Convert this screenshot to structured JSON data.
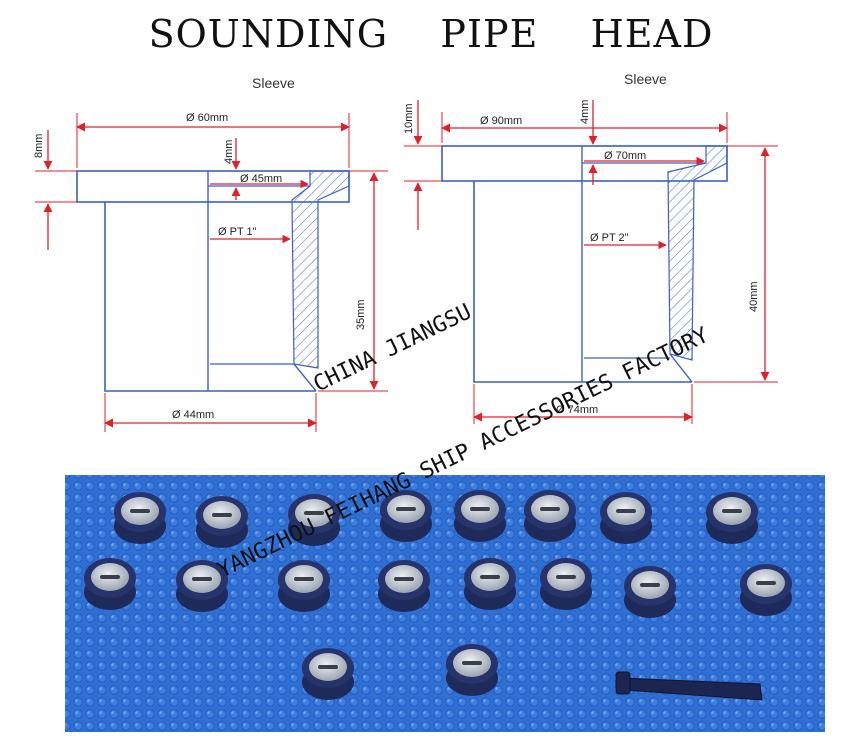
{
  "title": "SOUNDING    PIPE    HEAD",
  "left_drawing": {
    "sleeve_label": "Sleeve",
    "dim_top_diameter": "Ø 60mm",
    "dim_flange_thickness": "8mm",
    "dim_recess": "4mm",
    "dim_recess_diameter": "Ø 45mm",
    "dim_thread": "Ø PT 1\"",
    "dim_height": "35mm",
    "dim_body_diameter": "Ø 44mm"
  },
  "right_drawing": {
    "sleeve_label": "Sleeve",
    "dim_top_diameter": "Ø 90mm",
    "dim_flange_thickness": "10mm",
    "dim_recess": "4mm",
    "dim_recess_diameter": "Ø 70mm",
    "dim_thread": "Ø PT 2\"",
    "dim_height": "40mm",
    "dim_body_diameter": "Ø 74mm"
  },
  "watermark": {
    "line1": "CHINA  JIANGSU",
    "line2": "YANGZHOU FEIHANG SHIP ACCESSORIES FACTORY"
  },
  "colors": {
    "outline": "#3b5fc6",
    "dimension": "#e0202a",
    "hatch": "#5b7fd6",
    "photo_bg": "#2f6fd3",
    "cap_body": "#1e2a5a",
    "cap_face": "#c9ced6"
  }
}
